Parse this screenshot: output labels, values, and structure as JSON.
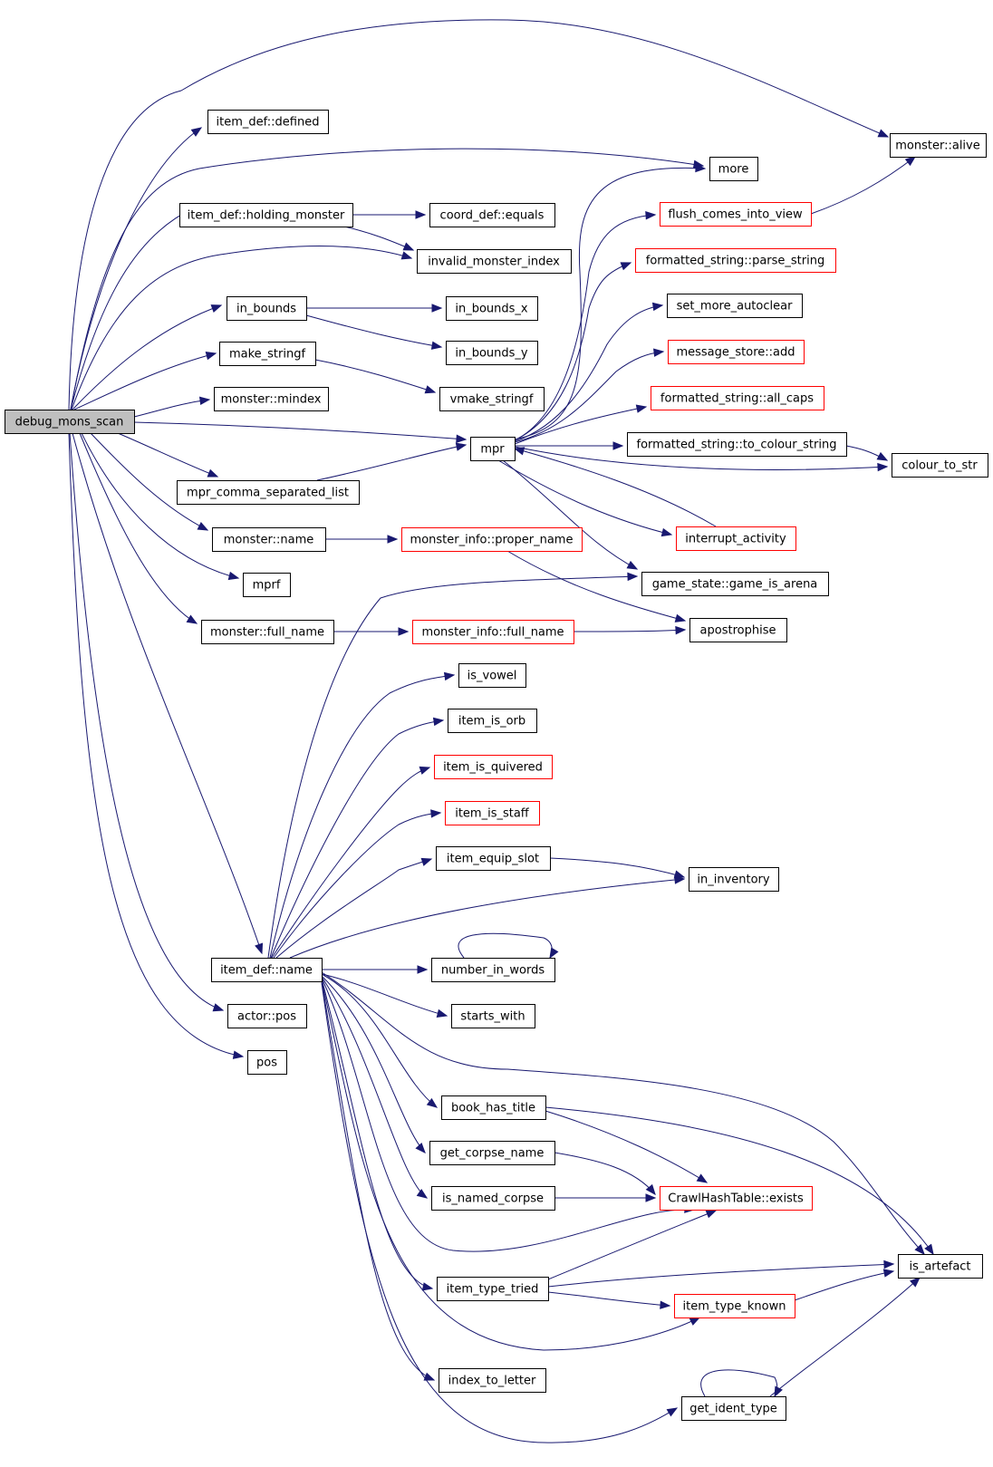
{
  "graph": {
    "root": "debug_mons_scan",
    "nodes": [
      {
        "id": "n0",
        "label": "debug_mons_scan",
        "kind": "root"
      },
      {
        "id": "n1",
        "label": "item_def::defined"
      },
      {
        "id": "n2",
        "label": "monster::alive"
      },
      {
        "id": "n3",
        "label": "more"
      },
      {
        "id": "n4",
        "label": "item_def::holding_monster"
      },
      {
        "id": "n5",
        "label": "coord_def::equals"
      },
      {
        "id": "n6",
        "label": "invalid_monster_index"
      },
      {
        "id": "n7",
        "label": "in_bounds"
      },
      {
        "id": "n8",
        "label": "in_bounds_x"
      },
      {
        "id": "n9",
        "label": "in_bounds_y"
      },
      {
        "id": "n10",
        "label": "make_stringf"
      },
      {
        "id": "n11",
        "label": "vmake_stringf"
      },
      {
        "id": "n12",
        "label": "monster::mindex"
      },
      {
        "id": "n13",
        "label": "mpr"
      },
      {
        "id": "n14",
        "label": "mpr_comma_separated_list"
      },
      {
        "id": "n15",
        "label": "monster::name"
      },
      {
        "id": "n16",
        "label": "monster_info::proper_name",
        "kind": "red"
      },
      {
        "id": "n17",
        "label": "mprf"
      },
      {
        "id": "n18",
        "label": "monster::full_name"
      },
      {
        "id": "n19",
        "label": "monster_info::full_name",
        "kind": "red"
      },
      {
        "id": "n20",
        "label": "flush_comes_into_view",
        "kind": "red"
      },
      {
        "id": "n21",
        "label": "formatted_string::parse_string",
        "kind": "red"
      },
      {
        "id": "n22",
        "label": "set_more_autoclear"
      },
      {
        "id": "n23",
        "label": "message_store::add",
        "kind": "red"
      },
      {
        "id": "n24",
        "label": "formatted_string::all_caps",
        "kind": "red"
      },
      {
        "id": "n25",
        "label": "formatted_string::to_colour_string"
      },
      {
        "id": "n26",
        "label": "colour_to_str"
      },
      {
        "id": "n27",
        "label": "interrupt_activity",
        "kind": "red"
      },
      {
        "id": "n28",
        "label": "game_state::game_is_arena"
      },
      {
        "id": "n29",
        "label": "apostrophise"
      },
      {
        "id": "n30",
        "label": "is_vowel"
      },
      {
        "id": "n31",
        "label": "item_is_orb"
      },
      {
        "id": "n32",
        "label": "item_is_quivered",
        "kind": "red"
      },
      {
        "id": "n33",
        "label": "item_is_staff",
        "kind": "red"
      },
      {
        "id": "n34",
        "label": "item_equip_slot"
      },
      {
        "id": "n35",
        "label": "in_inventory"
      },
      {
        "id": "n36",
        "label": "item_def::name"
      },
      {
        "id": "n37",
        "label": "number_in_words"
      },
      {
        "id": "n38",
        "label": "starts_with"
      },
      {
        "id": "n39",
        "label": "actor::pos"
      },
      {
        "id": "n40",
        "label": "pos"
      },
      {
        "id": "n41",
        "label": "book_has_title"
      },
      {
        "id": "n42",
        "label": "get_corpse_name"
      },
      {
        "id": "n43",
        "label": "is_named_corpse"
      },
      {
        "id": "n44",
        "label": "CrawlHashTable::exists",
        "kind": "red"
      },
      {
        "id": "n45",
        "label": "is_artefact"
      },
      {
        "id": "n46",
        "label": "item_type_tried"
      },
      {
        "id": "n47",
        "label": "item_type_known",
        "kind": "red"
      },
      {
        "id": "n48",
        "label": "index_to_letter"
      },
      {
        "id": "n49",
        "label": "get_ident_type"
      }
    ],
    "edges": [
      [
        "n0",
        "n1"
      ],
      [
        "n0",
        "n2"
      ],
      [
        "n0",
        "n3"
      ],
      [
        "n0",
        "n4"
      ],
      [
        "n0",
        "n6"
      ],
      [
        "n0",
        "n7"
      ],
      [
        "n0",
        "n10"
      ],
      [
        "n0",
        "n12"
      ],
      [
        "n0",
        "n13"
      ],
      [
        "n0",
        "n14"
      ],
      [
        "n0",
        "n15"
      ],
      [
        "n0",
        "n17"
      ],
      [
        "n0",
        "n18"
      ],
      [
        "n0",
        "n36"
      ],
      [
        "n0",
        "n39"
      ],
      [
        "n0",
        "n40"
      ],
      [
        "n4",
        "n5"
      ],
      [
        "n4",
        "n6"
      ],
      [
        "n7",
        "n8"
      ],
      [
        "n7",
        "n9"
      ],
      [
        "n10",
        "n11"
      ],
      [
        "n14",
        "n13"
      ],
      [
        "n15",
        "n16"
      ],
      [
        "n16",
        "n29"
      ],
      [
        "n18",
        "n19"
      ],
      [
        "n19",
        "n29"
      ],
      [
        "n13",
        "n3"
      ],
      [
        "n13",
        "n20"
      ],
      [
        "n13",
        "n21"
      ],
      [
        "n13",
        "n22"
      ],
      [
        "n13",
        "n23"
      ],
      [
        "n13",
        "n24"
      ],
      [
        "n13",
        "n25"
      ],
      [
        "n13",
        "n26"
      ],
      [
        "n13",
        "n27"
      ],
      [
        "n13",
        "n28"
      ],
      [
        "n20",
        "n2"
      ],
      [
        "n25",
        "n26"
      ],
      [
        "n27",
        "n13"
      ],
      [
        "n36",
        "n28"
      ],
      [
        "n36",
        "n30"
      ],
      [
        "n36",
        "n31"
      ],
      [
        "n36",
        "n32"
      ],
      [
        "n36",
        "n33"
      ],
      [
        "n36",
        "n34"
      ],
      [
        "n36",
        "n35"
      ],
      [
        "n36",
        "n37"
      ],
      [
        "n36",
        "n38"
      ],
      [
        "n36",
        "n41"
      ],
      [
        "n36",
        "n42"
      ],
      [
        "n36",
        "n43"
      ],
      [
        "n36",
        "n44"
      ],
      [
        "n36",
        "n45"
      ],
      [
        "n36",
        "n46"
      ],
      [
        "n36",
        "n47"
      ],
      [
        "n36",
        "n48"
      ],
      [
        "n36",
        "n49"
      ],
      [
        "n34",
        "n35"
      ],
      [
        "n37",
        "n37"
      ],
      [
        "n41",
        "n44"
      ],
      [
        "n41",
        "n45"
      ],
      [
        "n42",
        "n44"
      ],
      [
        "n43",
        "n44"
      ],
      [
        "n46",
        "n44"
      ],
      [
        "n46",
        "n45"
      ],
      [
        "n46",
        "n47"
      ],
      [
        "n47",
        "n45"
      ],
      [
        "n49",
        "n49"
      ],
      [
        "n49",
        "n45"
      ]
    ]
  },
  "colors": {
    "edge": "#191970",
    "box_border": "#000000",
    "red_border": "#ff0000",
    "root_fill": "#bfbfbf"
  }
}
